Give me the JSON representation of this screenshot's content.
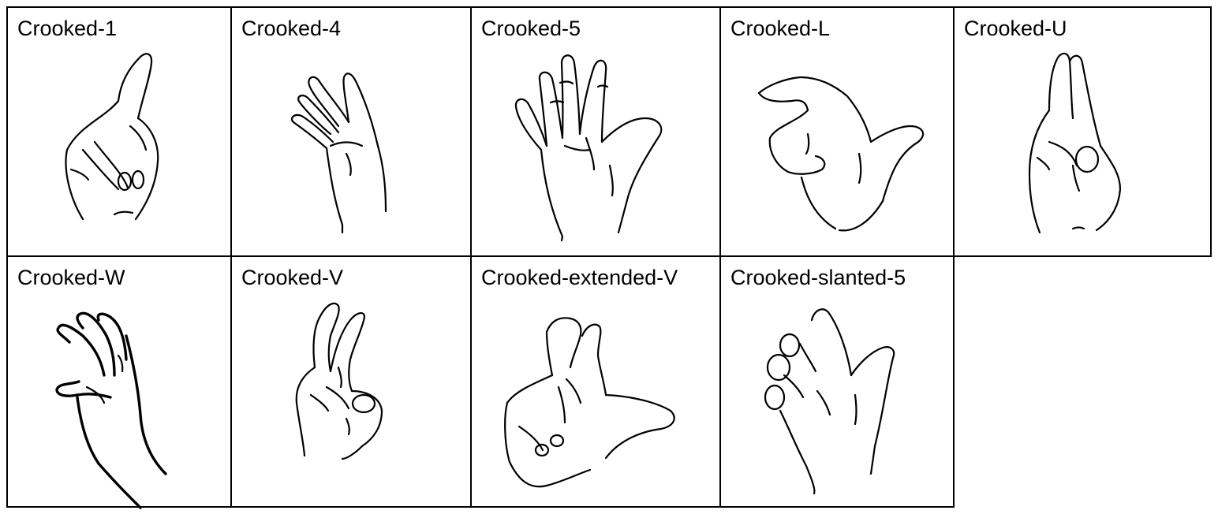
{
  "handshapes": [
    {
      "label": "Crooked-1",
      "icon": "crooked-1-hand-icon"
    },
    {
      "label": "Crooked-4",
      "icon": "crooked-4-hand-icon"
    },
    {
      "label": "Crooked-5",
      "icon": "crooked-5-hand-icon"
    },
    {
      "label": "Crooked-L",
      "icon": "crooked-l-hand-icon"
    },
    {
      "label": "Crooked-U",
      "icon": "crooked-u-hand-icon"
    },
    {
      "label": "Crooked-W",
      "icon": "crooked-w-hand-icon"
    },
    {
      "label": "Crooked-V",
      "icon": "crooked-v-hand-icon"
    },
    {
      "label": "Crooked-extended-V",
      "icon": "crooked-extended-v-hand-icon"
    },
    {
      "label": "Crooked-slanted-5",
      "icon": "crooked-slanted-5-hand-icon"
    }
  ],
  "colors": {
    "line": "#000000",
    "background": "#ffffff"
  }
}
